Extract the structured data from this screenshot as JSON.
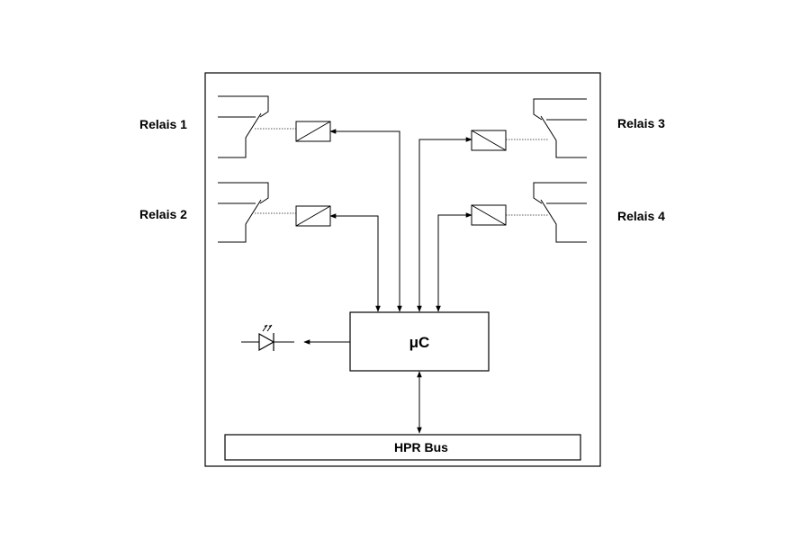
{
  "relays": [
    {
      "label": "Relais 1"
    },
    {
      "label": "Relais 2"
    },
    {
      "label": "Relais 3"
    },
    {
      "label": "Relais 4"
    }
  ],
  "microcontroller": {
    "label": "μC"
  },
  "bus": {
    "label": "HPR Bus"
  },
  "colors": {
    "line": "#000000",
    "background": "#ffffff",
    "coupling": "#555555"
  }
}
